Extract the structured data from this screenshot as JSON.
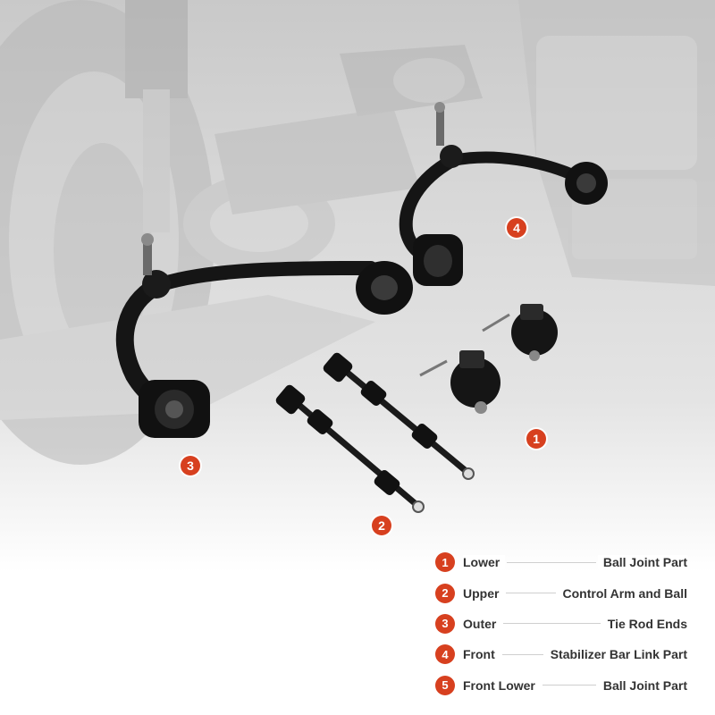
{
  "markers": [
    {
      "num": "1"
    },
    {
      "num": "2"
    },
    {
      "num": "3"
    },
    {
      "num": "4"
    }
  ],
  "legend": [
    {
      "num": "1",
      "left": "Lower",
      "right": "Ball Joint Part"
    },
    {
      "num": "2",
      "left": "Upper",
      "right": "Control Arm and Ball"
    },
    {
      "num": "3",
      "left": "Outer",
      "right": "Tie Rod Ends"
    },
    {
      "num": "4",
      "left": "Front",
      "right": "Stabilizer Bar Link Part"
    },
    {
      "num": "5",
      "left": "Front Lower",
      "right": "Ball Joint Part"
    }
  ],
  "colors": {
    "accent": "#d7401f",
    "part": "#151515",
    "background": "#d4d4d4"
  }
}
